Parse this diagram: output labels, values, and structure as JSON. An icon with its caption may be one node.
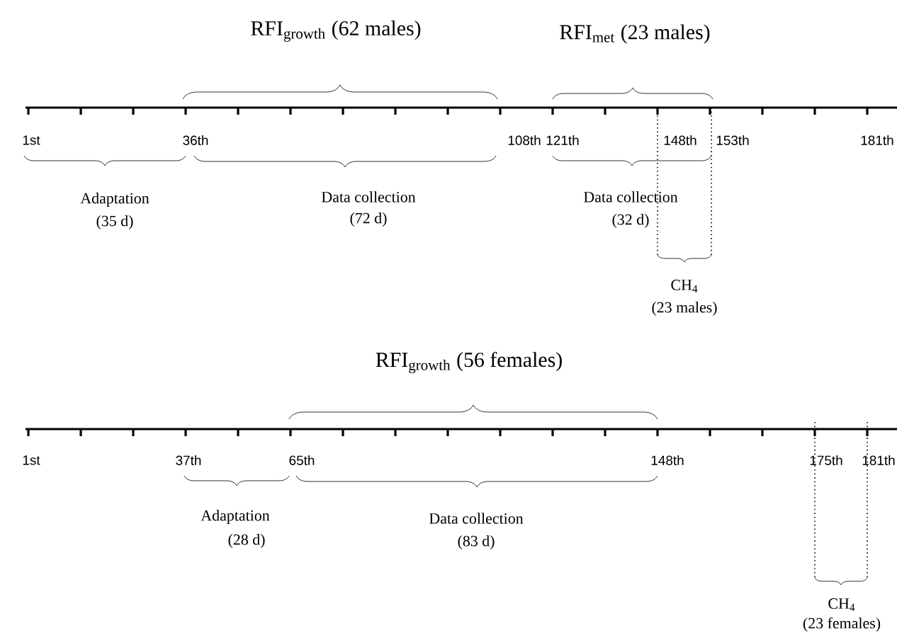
{
  "diagram": {
    "labels": [
      "RFI$_{growth}$ (62 males)",
      "RFI$_{met}$ (23 males)",
      "1st",
      "36th",
      "108th",
      "121th",
      "148th",
      "153th",
      "181th",
      "Adaptation",
      "(35 d)",
      "Data collection",
      "(72 d)",
      "Data collection",
      "(32 d)",
      "CH$_{4}$",
      "(23 males)",
      "RFI$_{growth}$ (56 females)",
      "1st",
      "37th",
      "65th",
      "148th",
      "175th",
      "181th",
      "Adaptation",
      "(28 d)",
      "Data collection",
      "(83 d)",
      "CH$_{4}$",
      "(23 females)"
    ]
  }
}
